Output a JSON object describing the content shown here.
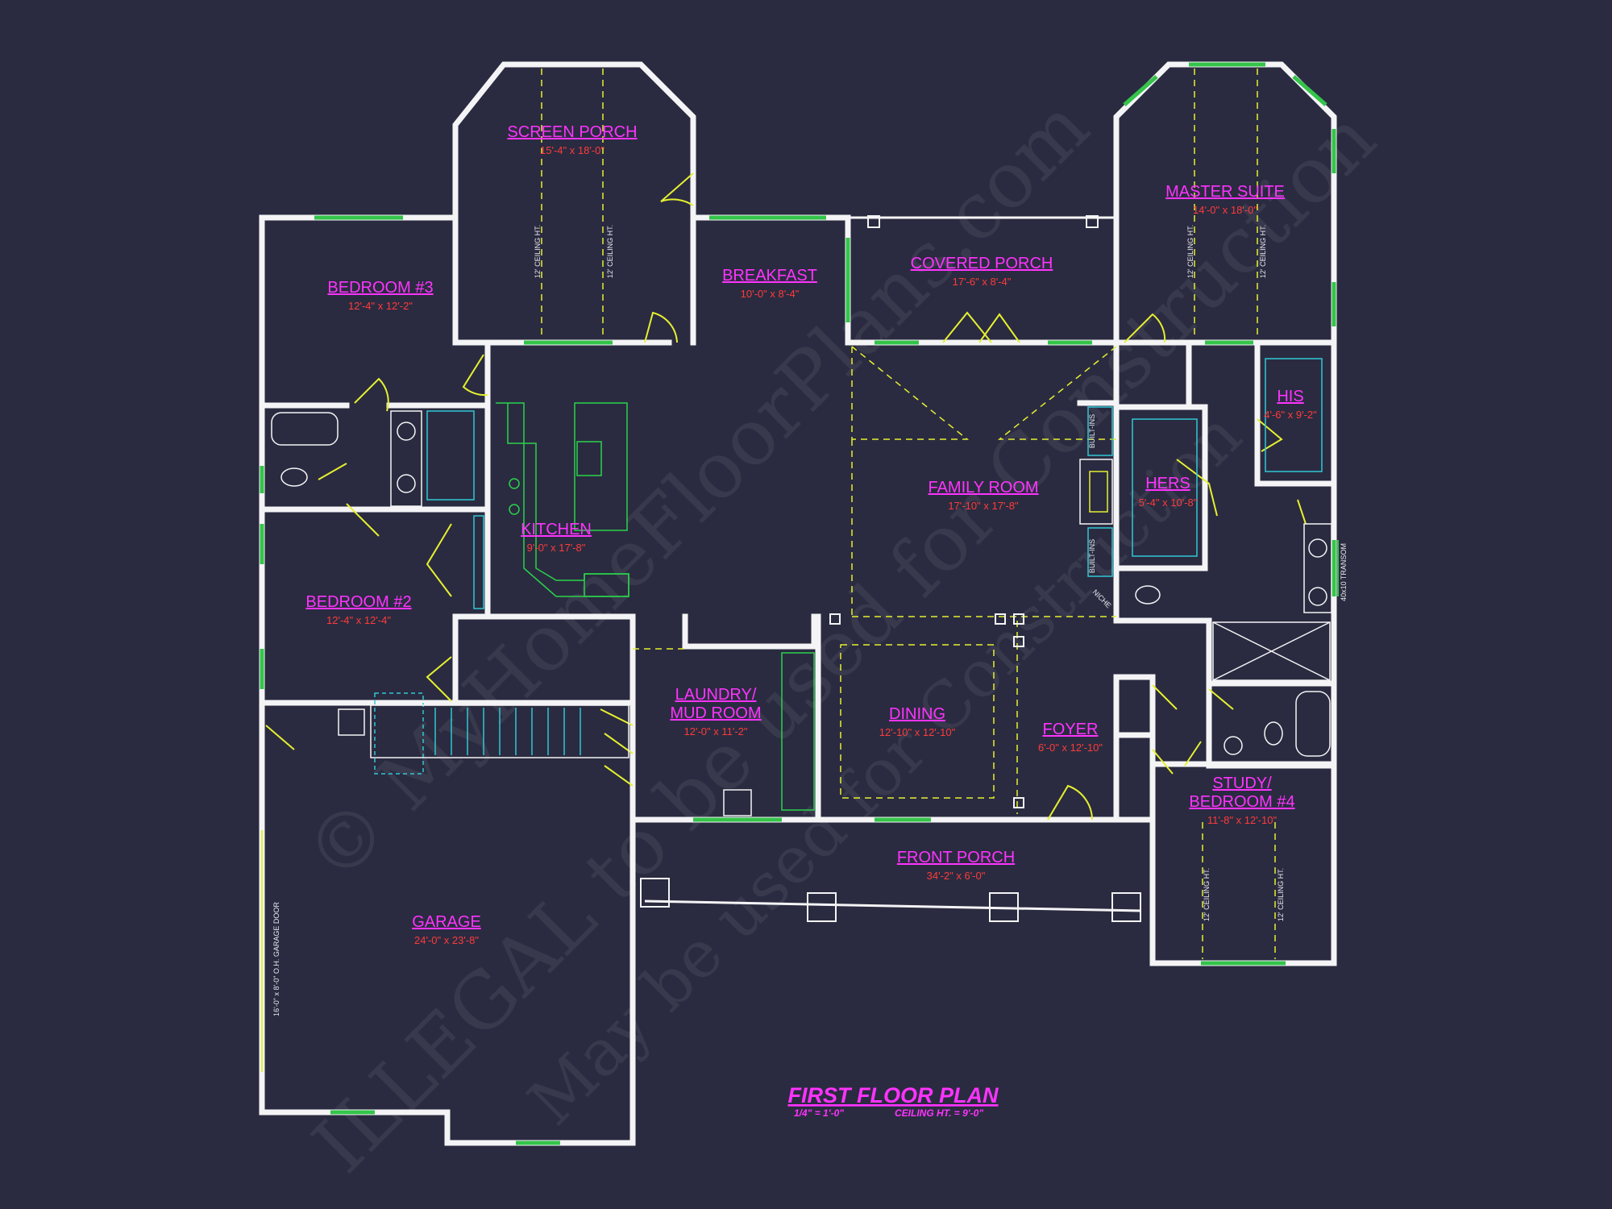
{
  "plan": {
    "title": "FIRST FLOOR PLAN",
    "scale": "1/4\" = 1'-0\"",
    "ceiling": "CEILING HT. = 9'-0\""
  },
  "watermark": {
    "line1": "© MyHomeFloorPlans.com",
    "line2": "ILLEGAL to be used for Construction",
    "line3": "May be used for Construction"
  },
  "rooms": {
    "screen_porch": {
      "name": "SCREEN PORCH",
      "dim": "15'-4\" x 18'-0\""
    },
    "bedroom3": {
      "name": "BEDROOM #3",
      "dim": "12'-4\" x 12'-2\""
    },
    "breakfast": {
      "name": "BREAKFAST",
      "dim": "10'-0\" x 8'-4\""
    },
    "covered_porch": {
      "name": "COVERED PORCH",
      "dim": "17'-6\" x 8'-4\""
    },
    "master_suite": {
      "name": "MASTER SUITE",
      "dim": "14'-0\" x 18'-0\""
    },
    "his": {
      "name": "HIS",
      "dim": "4'-6\" x 9'-2\""
    },
    "hers": {
      "name": "HERS",
      "dim": "5'-4\" x 10'-8\""
    },
    "family_room": {
      "name": "FAMILY ROOM",
      "dim": "17'-10\" x 17'-8\""
    },
    "kitchen": {
      "name": "KITCHEN",
      "dim": "9'-0\" x 17'-8\""
    },
    "bedroom2": {
      "name": "BEDROOM #2",
      "dim": "12'-4\" x 12'-4\""
    },
    "laundry": {
      "name1": "LAUNDRY/",
      "name2": "MUD ROOM",
      "dim": "12'-0\" x 11'-2\""
    },
    "dining": {
      "name": "DINING",
      "dim": "12'-10\" x 12'-10\""
    },
    "foyer": {
      "name": "FOYER",
      "dim": "6'-0\" x 12'-10\""
    },
    "study": {
      "name1": "STUDY/",
      "name2": "BEDROOM #4",
      "dim": "11'-8\" x 12'-10\""
    },
    "front_porch": {
      "name": "FRONT PORCH",
      "dim": "34'-2\" x 6'-0\""
    },
    "garage": {
      "name": "GARAGE",
      "dim": "24'-0\" x 23'-8\""
    }
  },
  "notes": {
    "ceiling_12": "12' CEILING HT.",
    "built_ins": "BUILT-INS",
    "niche": "NICHE",
    "transom": "40x10 TRANSOM",
    "garage_door": "16'-0\" x 8'-0\" O.H. GARAGE DOOR"
  },
  "colors": {
    "background": "#2a2b40",
    "walls": "#f4f4f6",
    "room_names": "#ff33ff",
    "dimensions": "#ff3b3b",
    "windows": "#34c44a",
    "doors": "#e6f030",
    "fixtures": "#2fc7d6"
  }
}
